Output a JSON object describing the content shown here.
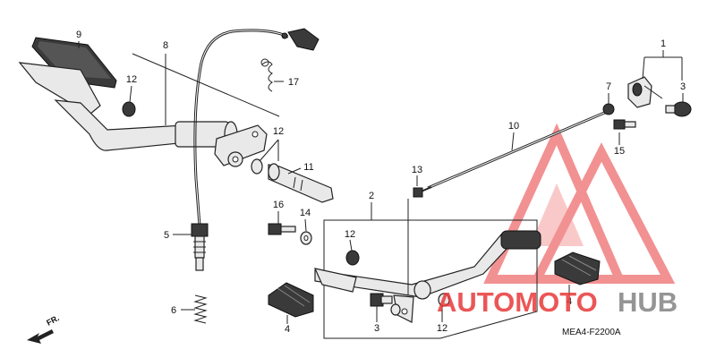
{
  "diagram": {
    "code": "MEA4-F2200A",
    "direction_label": "FR.",
    "callouts": [
      {
        "id": "c1",
        "label": "1"
      },
      {
        "id": "c2",
        "label": "2"
      },
      {
        "id": "c3a",
        "label": "3"
      },
      {
        "id": "c3b",
        "label": "3"
      },
      {
        "id": "c4a",
        "label": "4"
      },
      {
        "id": "c4b",
        "label": "4"
      },
      {
        "id": "c5",
        "label": "5"
      },
      {
        "id": "c6",
        "label": "6"
      },
      {
        "id": "c7",
        "label": "7"
      },
      {
        "id": "c8",
        "label": "8"
      },
      {
        "id": "c9",
        "label": "9"
      },
      {
        "id": "c10",
        "label": "10"
      },
      {
        "id": "c11",
        "label": "11"
      },
      {
        "id": "c12a",
        "label": "12"
      },
      {
        "id": "c12b",
        "label": "12"
      },
      {
        "id": "c12c",
        "label": "12"
      },
      {
        "id": "c12d",
        "label": "12"
      },
      {
        "id": "c13",
        "label": "13"
      },
      {
        "id": "c14",
        "label": "14"
      },
      {
        "id": "c15",
        "label": "15"
      },
      {
        "id": "c16",
        "label": "16"
      },
      {
        "id": "c17",
        "label": "17"
      }
    ]
  },
  "watermark": {
    "text_a": "AUTOMOTO",
    "text_b": "HUB",
    "color_red": "#e8393a",
    "color_gray": "#8a8a8a"
  }
}
